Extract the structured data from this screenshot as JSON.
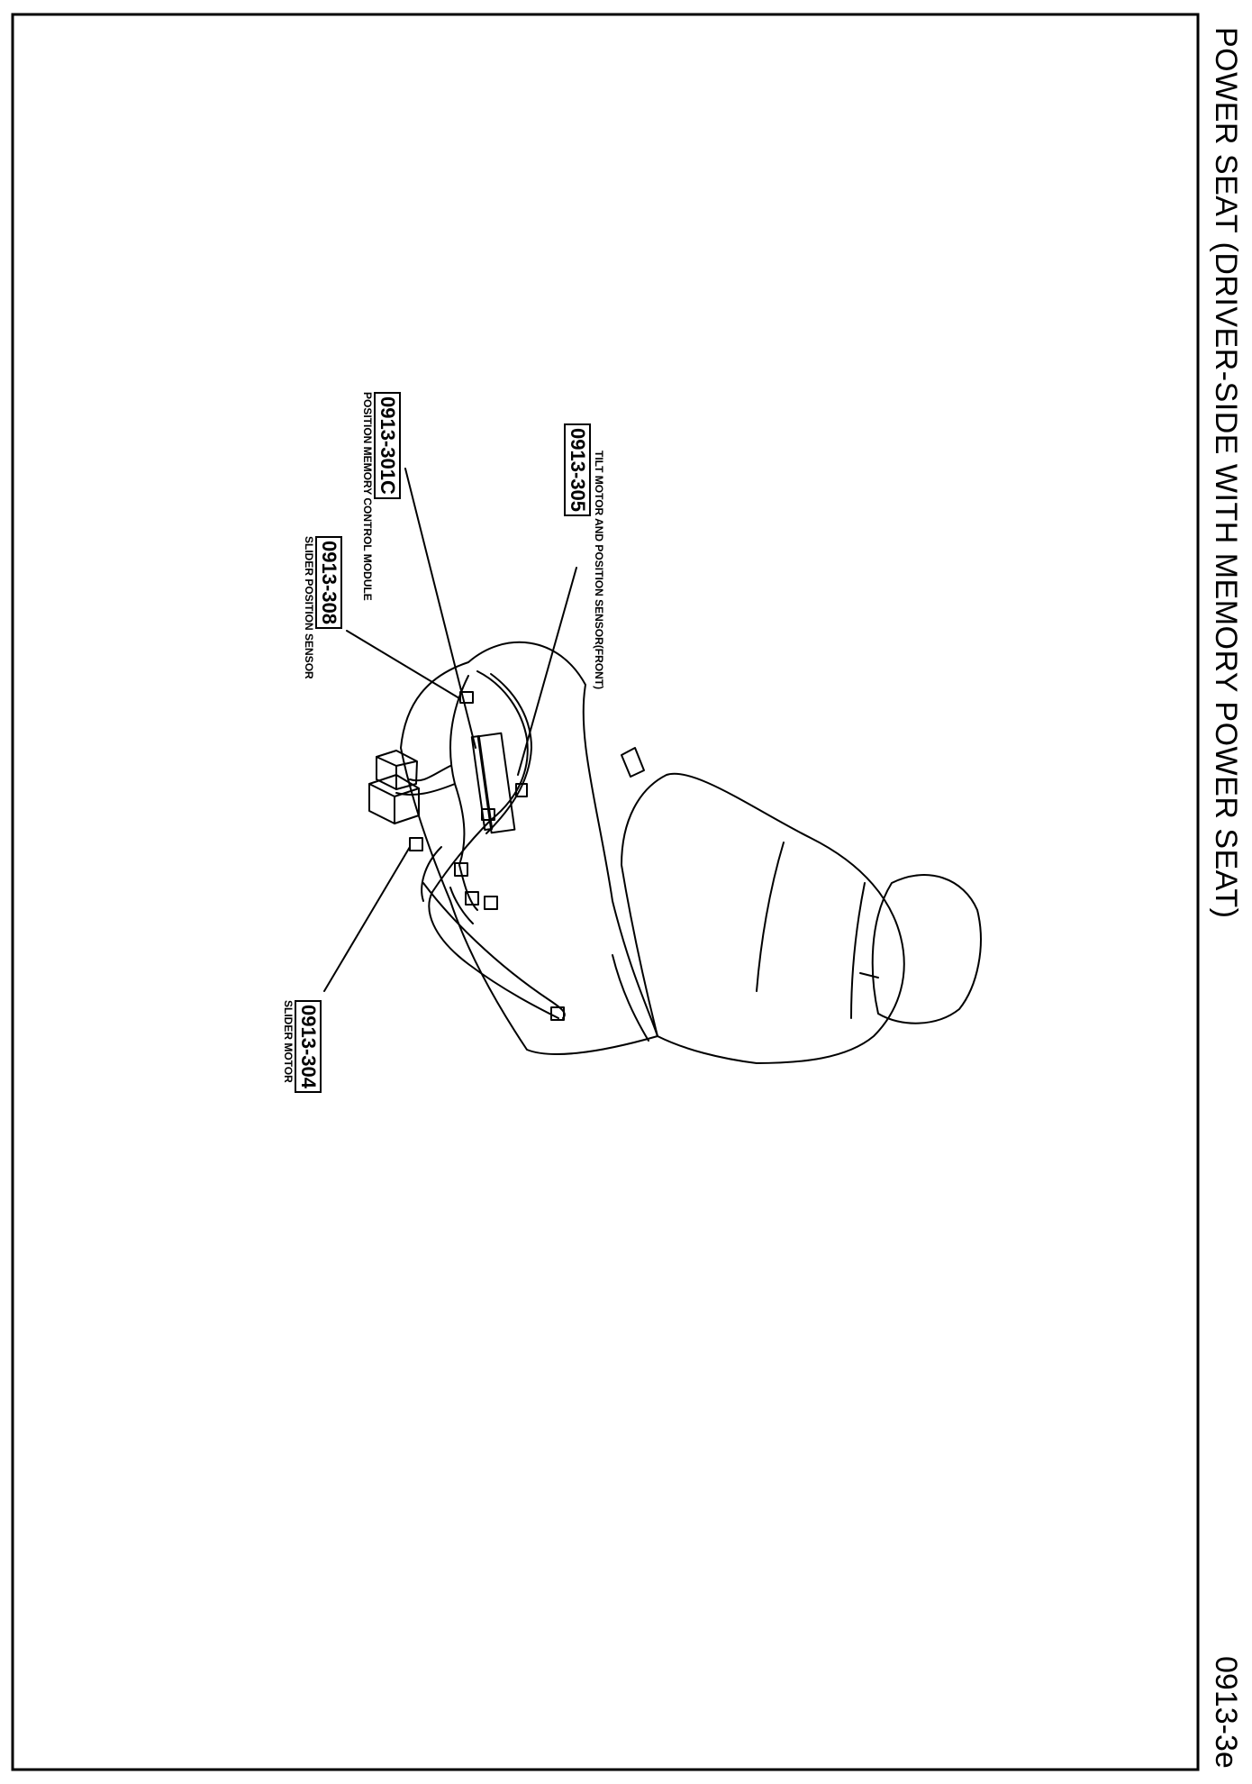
{
  "page": {
    "title": "POWER SEAT (DRIVER-SIDE WITH MEMORY POWER SEAT)",
    "page_number": "0913-3e"
  },
  "callouts": [
    {
      "code": "0913-305",
      "label": "TILT MOTOR AND POSITION SENSOR(FRONT)"
    },
    {
      "code": "0913-301C",
      "label": "POSITION MEMORY CONTROL MODULE"
    },
    {
      "code": "0913-308",
      "label": "SLIDER POSITION SENSOR"
    },
    {
      "code": "0913-304",
      "label": "SLIDER MOTOR"
    }
  ]
}
